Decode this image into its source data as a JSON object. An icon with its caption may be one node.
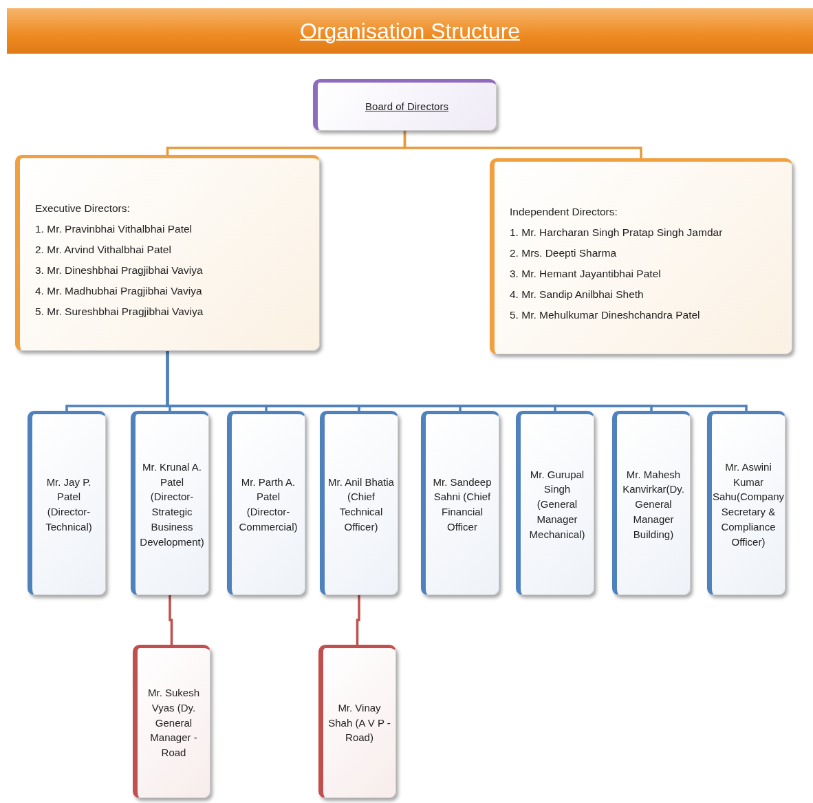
{
  "diagram": {
    "title": "Organisation Structure",
    "nodes": [
      {
        "text": [
          "Board of Directors"
        ]
      },
      {
        "text": [
          "Executive Directors:",
          "1. Mr. Pravinbhai Vithalbhai Patel",
          "2. Mr. Arvind Vithalbhai Patel",
          "3. Mr. Dineshbhai Pragjibhai Vaviya",
          "4. Mr. Madhubhai Pragjibhai Vaviya",
          "5. Mr. Sureshbhai Pragjibhai Vaviya"
        ]
      },
      {
        "text": [
          "Independent Directors:",
          "1. Mr. Harcharan Singh Pratap Singh Jamdar",
          "2. Mrs. Deepti Sharma",
          "3. Mr. Hemant Jayantibhai Patel",
          "4. Mr. Sandip Anilbhai Sheth",
          "5. Mr. Mehulkumar Dineshchandra Patel"
        ]
      },
      {
        "text": [
          "Mr. Jay P. Patel (Director-Technical)"
        ]
      },
      {
        "text": [
          "Mr. Krunal A. Patel (Director-Strategic Business Development)"
        ]
      },
      {
        "text": [
          "Mr. Parth A. Patel (Director-Commercial)"
        ]
      },
      {
        "text": [
          "Mr. Anil Bhatia (Chief Technical Officer)"
        ]
      },
      {
        "text": [
          "Mr. Sandeep Sahni (Chief Financial Officer"
        ]
      },
      {
        "text": [
          "Mr. Gurupal Singh (General Manager Mechanical)"
        ]
      },
      {
        "text": [
          "Mr. Mahesh Kanvirkar(Dy. General Manager Building)"
        ]
      },
      {
        "text": [
          "Mr. Aswini Kumar Sahu(Company Secretary & Compliance Officer)"
        ]
      },
      {
        "text": [
          "Mr. Sukesh Vyas (Dy. General Manager - Road"
        ]
      },
      {
        "text": [
          "Mr. Vinay Shah (A V P - Road)"
        ]
      }
    ],
    "edges": [
      {
        "from": 0,
        "to": 1,
        "arrow": "none",
        "color": "#e59a3c"
      },
      {
        "from": 0,
        "to": 2,
        "arrow": "none",
        "color": "#e59a3c"
      },
      {
        "from": 1,
        "to": 3,
        "arrow": "none"
      },
      {
        "from": 1,
        "to": 4,
        "arrow": "none"
      },
      {
        "from": 1,
        "to": 5,
        "arrow": "none"
      },
      {
        "from": 1,
        "to": 6,
        "arrow": "none"
      },
      {
        "from": 1,
        "to": 7,
        "arrow": "none"
      },
      {
        "from": 1,
        "to": 8,
        "arrow": "none"
      },
      {
        "from": 1,
        "to": 9,
        "arrow": "none"
      },
      {
        "from": 1,
        "to": 10,
        "arrow": "none"
      },
      {
        "from": 4,
        "to": 11,
        "arrow": "none",
        "color": "#c0504d"
      },
      {
        "from": 6,
        "to": 12,
        "arrow": "none",
        "color": "#c0504d"
      }
    ]
  }
}
